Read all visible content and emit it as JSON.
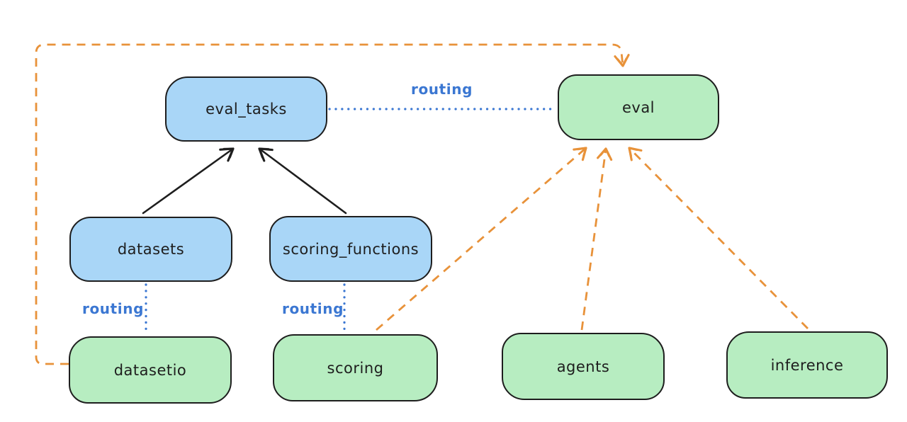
{
  "diagram": {
    "kind": "architecture-diagram",
    "background": "#ffffff"
  },
  "colors": {
    "canvas-bg": "#ffffff",
    "node-stroke": "#1e1e1e",
    "node-blue-fill": "#a9d6f7",
    "node-green-fill": "#b7edc1",
    "edge-black": "#1e1e1e",
    "edge-blue": "#3b77d2",
    "edge-orange": "#e8923a",
    "label-blue": "#3b77d2"
  },
  "nodes": [
    {
      "id": "eval_tasks",
      "label": "eval_tasks",
      "color": "blue"
    },
    {
      "id": "eval",
      "label": "eval",
      "color": "green"
    },
    {
      "id": "datasets",
      "label": "datasets",
      "color": "blue"
    },
    {
      "id": "scoring_functions",
      "label": "scoring_functions",
      "color": "blue"
    },
    {
      "id": "datasetio",
      "label": "datasetio",
      "color": "green"
    },
    {
      "id": "scoring",
      "label": "scoring",
      "color": "green"
    },
    {
      "id": "agents",
      "label": "agents",
      "color": "green"
    },
    {
      "id": "inference",
      "label": "inference",
      "color": "green"
    }
  ],
  "edges": [
    {
      "from": "datasets",
      "to": "eval_tasks",
      "style": "solid-black-arrow"
    },
    {
      "from": "scoring_functions",
      "to": "eval_tasks",
      "style": "solid-black-arrow"
    },
    {
      "from": "eval_tasks",
      "to": "eval",
      "style": "dotted-blue",
      "label": "routing"
    },
    {
      "from": "datasets",
      "to": "datasetio",
      "style": "dotted-blue",
      "label": "routing"
    },
    {
      "from": "scoring_functions",
      "to": "scoring",
      "style": "dotted-blue",
      "label": "routing"
    },
    {
      "from": "datasetio",
      "to": "eval",
      "style": "dashed-orange-arrow"
    },
    {
      "from": "scoring",
      "to": "eval",
      "style": "dashed-orange-arrow"
    },
    {
      "from": "agents",
      "to": "eval",
      "style": "dashed-orange-arrow"
    },
    {
      "from": "inference",
      "to": "eval",
      "style": "dashed-orange-arrow"
    }
  ]
}
